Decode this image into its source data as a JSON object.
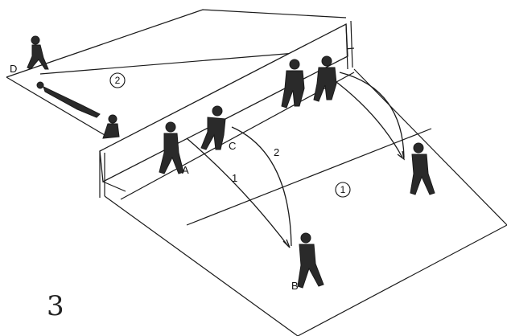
{
  "figure": {
    "number": "3"
  },
  "zones": [
    {
      "id": "zone-1",
      "label": "1"
    },
    {
      "id": "zone-2",
      "label": "2"
    }
  ],
  "player_labels": [
    "A",
    "B",
    "C",
    "D"
  ],
  "trajectory_labels": [
    "1",
    "2"
  ],
  "colors": {
    "ink": "#1a1a1a",
    "background": "#ffffff"
  }
}
